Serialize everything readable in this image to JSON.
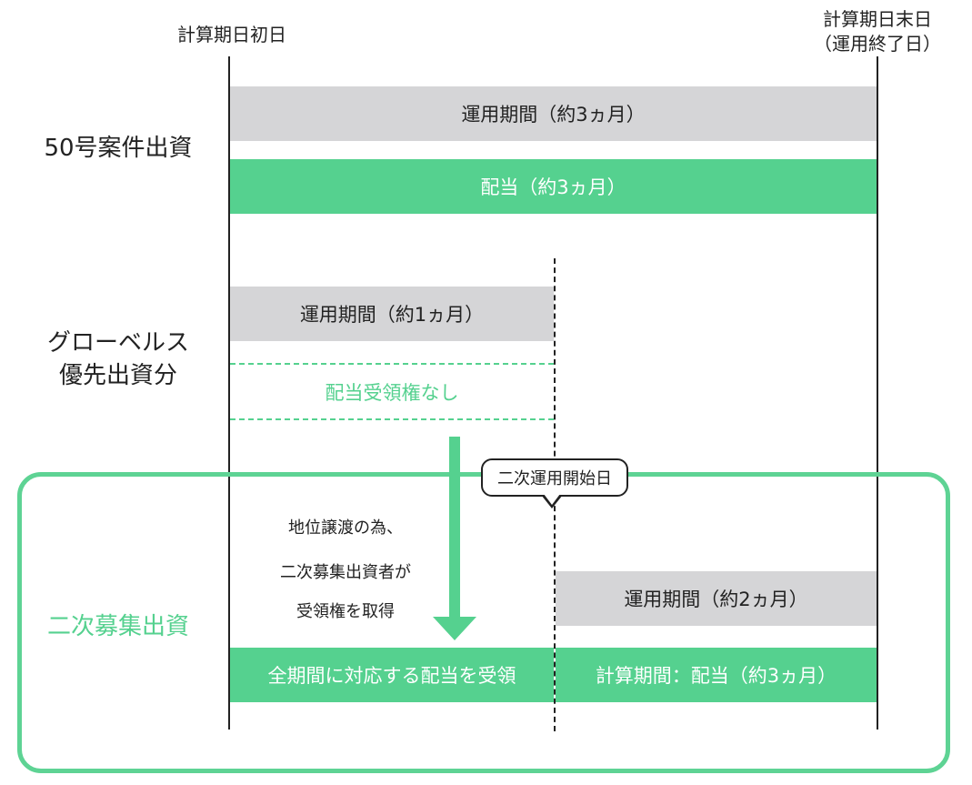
{
  "header": {
    "start_label": "計算期日初日",
    "end_label_line1": "計算期日末日",
    "end_label_line2": "（運用終了日）"
  },
  "rows": {
    "row1_label": "50号案件出資",
    "row2_label_line1": "グローベルス",
    "row2_label_line2": "優先出資分",
    "row3_label": "二次募集出資"
  },
  "bars": {
    "row1_operation": "運用期間（約3ヵ月）",
    "row1_dividend": "配当（約3ヵ月）",
    "row2_operation": "運用期間（約1ヵ月）",
    "row2_no_dividend": "配当受領権なし",
    "row3_operation": "運用期間（約2ヵ月）",
    "row3_full_dividend": "全期間に対応する配当を受領",
    "row3_period_dividend": "計算期間：配当（約3ヵ月）"
  },
  "callout": {
    "label": "二次運用開始日"
  },
  "note": {
    "line1": "地位譲渡の為、",
    "line2": "二次募集出資者が",
    "line3": "受領権を取得"
  },
  "colors": {
    "green": "#55d18f",
    "gray": "#d5d5d7",
    "frame": "#5ed394",
    "text": "#222222"
  }
}
